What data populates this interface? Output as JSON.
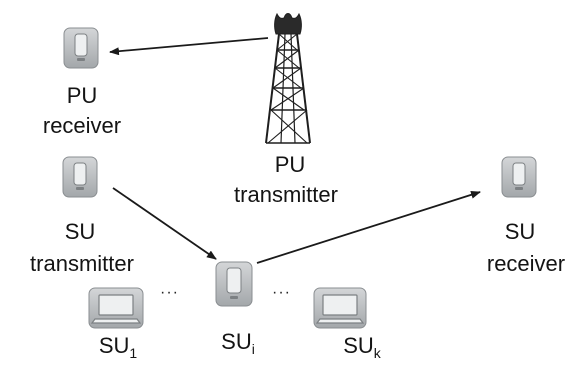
{
  "labels": {
    "pu_receiver_1": "PU",
    "pu_receiver_2": "receiver",
    "pu_transmitter_1": "PU",
    "pu_transmitter_2": "transmitter",
    "su_transmitter_1": "SU",
    "su_transmitter_2": "transmitter",
    "su_receiver_1": "SU",
    "su_receiver_2": "receiver",
    "su_1_base": "SU",
    "su_1_sub": "1",
    "su_i_base": "SU",
    "su_i_sub": "i",
    "su_k_base": "SU",
    "su_k_sub": "k",
    "ellipsis_left": "···",
    "ellipsis_right": "···"
  },
  "icons": {
    "pu_receiver": "mobile-phone-icon",
    "pu_transmitter": "cell-tower-icon",
    "su_transmitter": "mobile-phone-icon",
    "su_receiver": "mobile-phone-icon",
    "su_1": "laptop-icon",
    "su_i": "mobile-phone-icon",
    "su_k": "laptop-icon"
  },
  "colors": {
    "icon_fill": "#b9bcbe",
    "icon_border": "#8a8e91",
    "icon_screen": "#eef0f1",
    "arrow": "#1a1a1a",
    "text": "#141414"
  }
}
